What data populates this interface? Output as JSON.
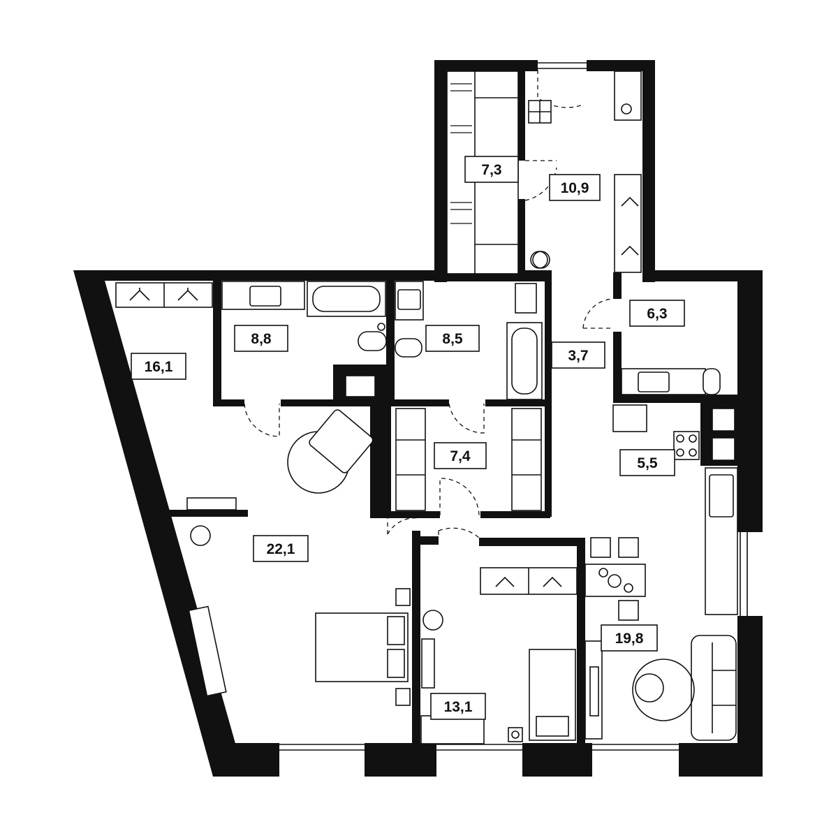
{
  "rooms": [
    {
      "id": "closet-top",
      "area": "7,3"
    },
    {
      "id": "hallway-top",
      "area": "10,9"
    },
    {
      "id": "wardrobe-left",
      "area": "16,1"
    },
    {
      "id": "bathroom-left",
      "area": "8,8"
    },
    {
      "id": "bathroom-center",
      "area": "8,5"
    },
    {
      "id": "corridor",
      "area": "3,7"
    },
    {
      "id": "bathroom-right",
      "area": "6,3"
    },
    {
      "id": "closet-center",
      "area": "7,4"
    },
    {
      "id": "kitchen",
      "area": "5,5"
    },
    {
      "id": "bedroom-main",
      "area": "22,1"
    },
    {
      "id": "bedroom-small",
      "area": "13,1"
    },
    {
      "id": "living-room",
      "area": "19,8"
    }
  ],
  "colors": {
    "wall": "#111111",
    "background": "#ffffff",
    "line": "#111111"
  }
}
